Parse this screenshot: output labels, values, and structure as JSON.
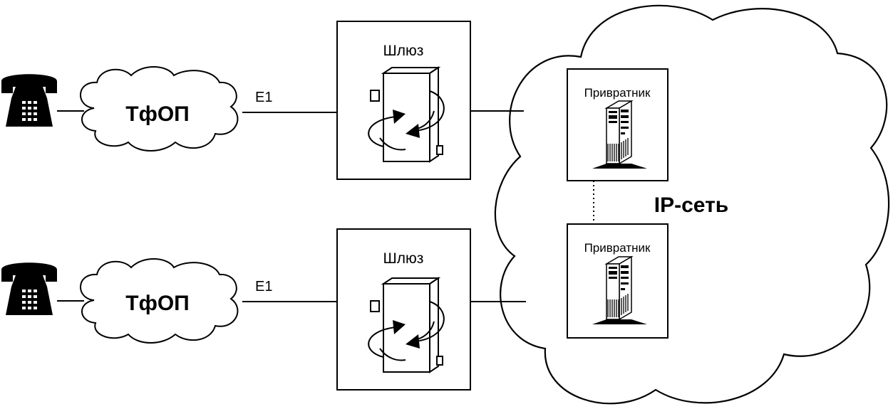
{
  "left_network": {
    "label": "ТфОП"
  },
  "trunk_link": {
    "label": "E1"
  },
  "gateway": {
    "label": "Шлюз"
  },
  "ip_network": {
    "label": "IP-сеть"
  },
  "gatekeeper": {
    "label": "Привратник"
  },
  "icons": {
    "phone": "telephone-icon",
    "cloud": "cloud-icon",
    "gateway": "gateway-device-icon",
    "server": "server-tower-icon"
  },
  "colors": {
    "ink": "#000000",
    "background": "#ffffff"
  }
}
